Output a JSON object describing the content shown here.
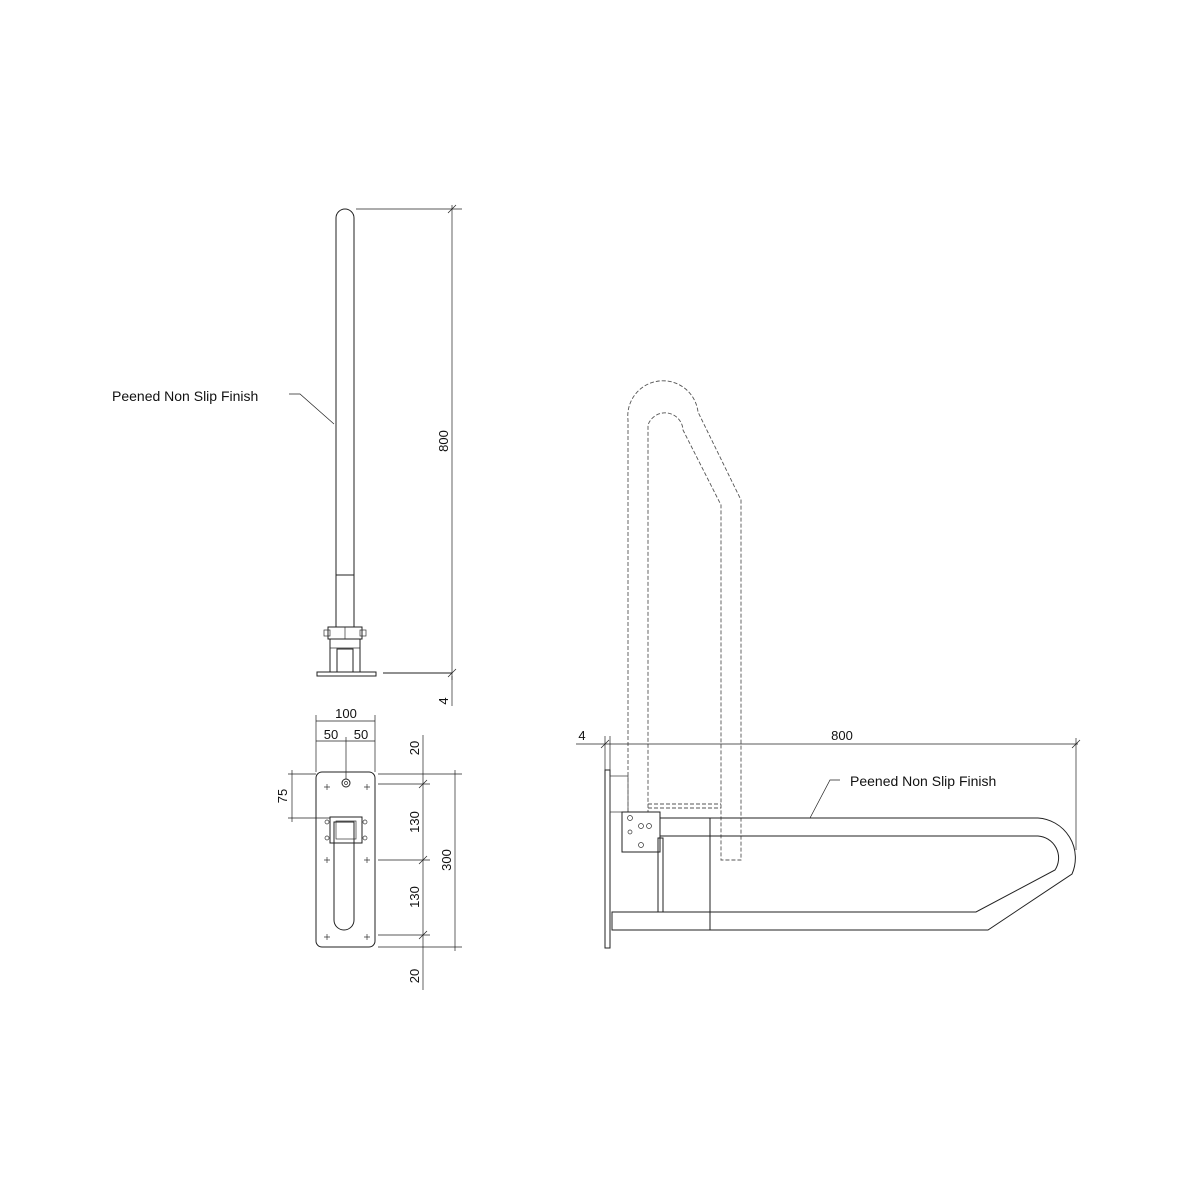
{
  "annotations": {
    "finish_note_front": "Peened Non Slip Finish",
    "finish_note_side": "Peened Non Slip Finish"
  },
  "dimensions": {
    "front_height": "800",
    "plate_thickness_front": "4",
    "plate_width": "100",
    "plate_half_left": "50",
    "plate_half_right": "50",
    "plate_top_margin": "20",
    "hole_offset": "75",
    "upper_spacing": "130",
    "plate_height": "300",
    "lower_spacing": "130",
    "plate_bottom_margin": "20",
    "plate_thickness_side": "4",
    "projection": "800"
  }
}
